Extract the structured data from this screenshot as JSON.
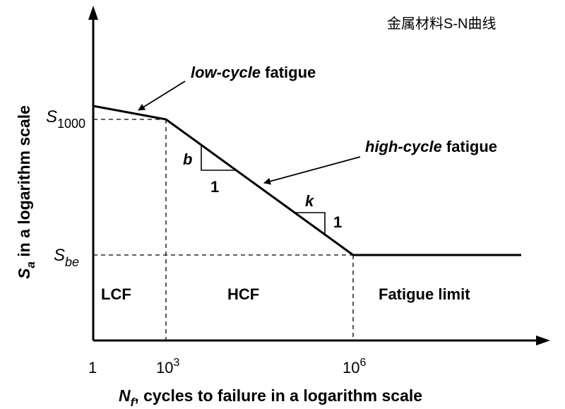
{
  "title": "金属材料S-N曲线",
  "axes": {
    "x_label_symbol": "N",
    "x_label_symbol_sub": "f",
    "x_label_text": ", cycles to failure in a logarithm scale",
    "y_label_symbol": "S",
    "y_label_symbol_sub": "a",
    "y_label_text": " in a logarithm scale",
    "x_ticks": {
      "t1": "1",
      "t2_base": "10",
      "t2_exp": "3",
      "t3_base": "10",
      "t3_exp": "6"
    },
    "y_ticks": {
      "s1000_base": "S",
      "s1000_sub": "1000",
      "sbe_base": "S",
      "sbe_sub": "be"
    }
  },
  "regions": {
    "lcf": "LCF",
    "hcf": "HCF",
    "limit": "Fatigue limit"
  },
  "annotations": {
    "low_cycle_italic": "low-cycle",
    "low_cycle_rest": " fatigue",
    "high_cycle_italic": "high-cycle",
    "high_cycle_rest": " fatigue",
    "slope_b": "b",
    "slope_b_run": "1",
    "slope_k": "k",
    "slope_k_rise": "1"
  }
}
